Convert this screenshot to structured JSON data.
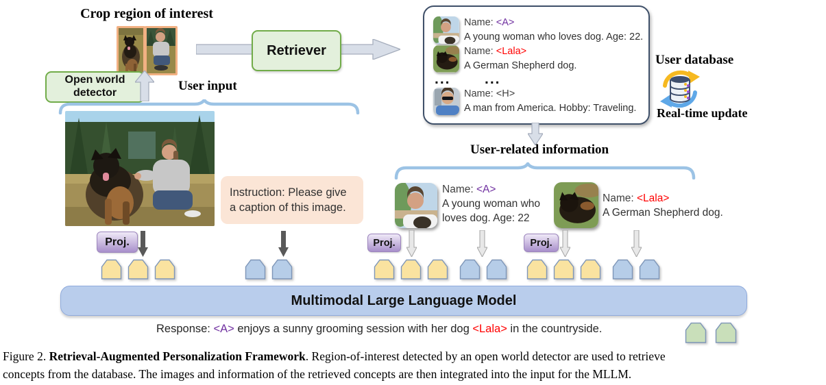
{
  "labels": {
    "crop_title": "Crop region of interest",
    "open_world_detector": "Open world detector",
    "user_input": "User input",
    "retriever": "Retriever",
    "user_database": "User database",
    "realtime_update": "Real-time update",
    "user_related_info": "User-related information",
    "instruction": "Instruction: Please give a caption of this image.",
    "proj": "Proj.",
    "mllm": "Multimodal Large Language Model"
  },
  "database": {
    "rows": [
      {
        "name_label": "Name:",
        "tag": "<A>",
        "tag_color": "#7030A0",
        "desc": "A young woman who loves dog. Age: 22."
      },
      {
        "name_label": "Name:",
        "tag": "<Lala>",
        "tag_color": "#FF0000",
        "desc": "A German Shepherd dog."
      },
      {
        "name_label": "Name:",
        "tag": "<H>",
        "tag_color": "#3F3F3F",
        "desc": "A man from America. Hobby: Traveling."
      }
    ],
    "ellipsis_left": "...",
    "ellipsis_right": "..."
  },
  "retrieved": [
    {
      "name_label": "Name:",
      "tag": "<A>",
      "tag_color": "#7030A0",
      "desc": "A young woman who loves dog. Age: 22"
    },
    {
      "name_label": "Name:",
      "tag": "<Lala>",
      "tag_color": "#FF0000",
      "desc": "A German Shepherd dog."
    }
  ],
  "response": {
    "prefix": "Response: ",
    "tag1": "<A>",
    "tag1_color": "#7030A0",
    "middle": " enjoys a sunny grooming session with her dog ",
    "tag2": "<Lala>",
    "tag2_color": "#FF0000",
    "suffix": " in the countryside."
  },
  "caption": {
    "line1_prefix": "Figure 2. ",
    "line1_bold": "Retrieval-Augmented Personalization Framework",
    "line1_rest": ". Region-of-interest detected by an open world detector are used to retrieve",
    "line2": "concepts from the database. The images and information of the retrieved concepts are then integrated into the input for the MLLM."
  },
  "tokens": {
    "colors": {
      "image": "#FAE3A0",
      "text": "#B6CDE8",
      "output": "#C9DFBA",
      "border": "#7E96B8"
    },
    "groups": [
      {
        "kind": "image",
        "count": 3
      },
      {
        "kind": "text",
        "count": 2
      },
      {
        "kind": "image",
        "count": 3
      },
      {
        "kind": "text",
        "count": 2
      },
      {
        "kind": "image",
        "count": 3
      },
      {
        "kind": "text",
        "count": 2
      }
    ],
    "output": {
      "kind": "output",
      "count": 2
    }
  },
  "accent_colors": {
    "green_box_fill": "#E3F0DC",
    "green_box_border": "#71AC49",
    "crop_border": "#F2B183",
    "instruction_fill": "#FBE5D6",
    "proj_purple": "#A88FCB",
    "mllm_fill": "#B9CDEC",
    "db_border": "#3F5069",
    "brace_blue": "#9CC3E5",
    "tag_purple": "#7030A0",
    "tag_red": "#FF0000"
  }
}
